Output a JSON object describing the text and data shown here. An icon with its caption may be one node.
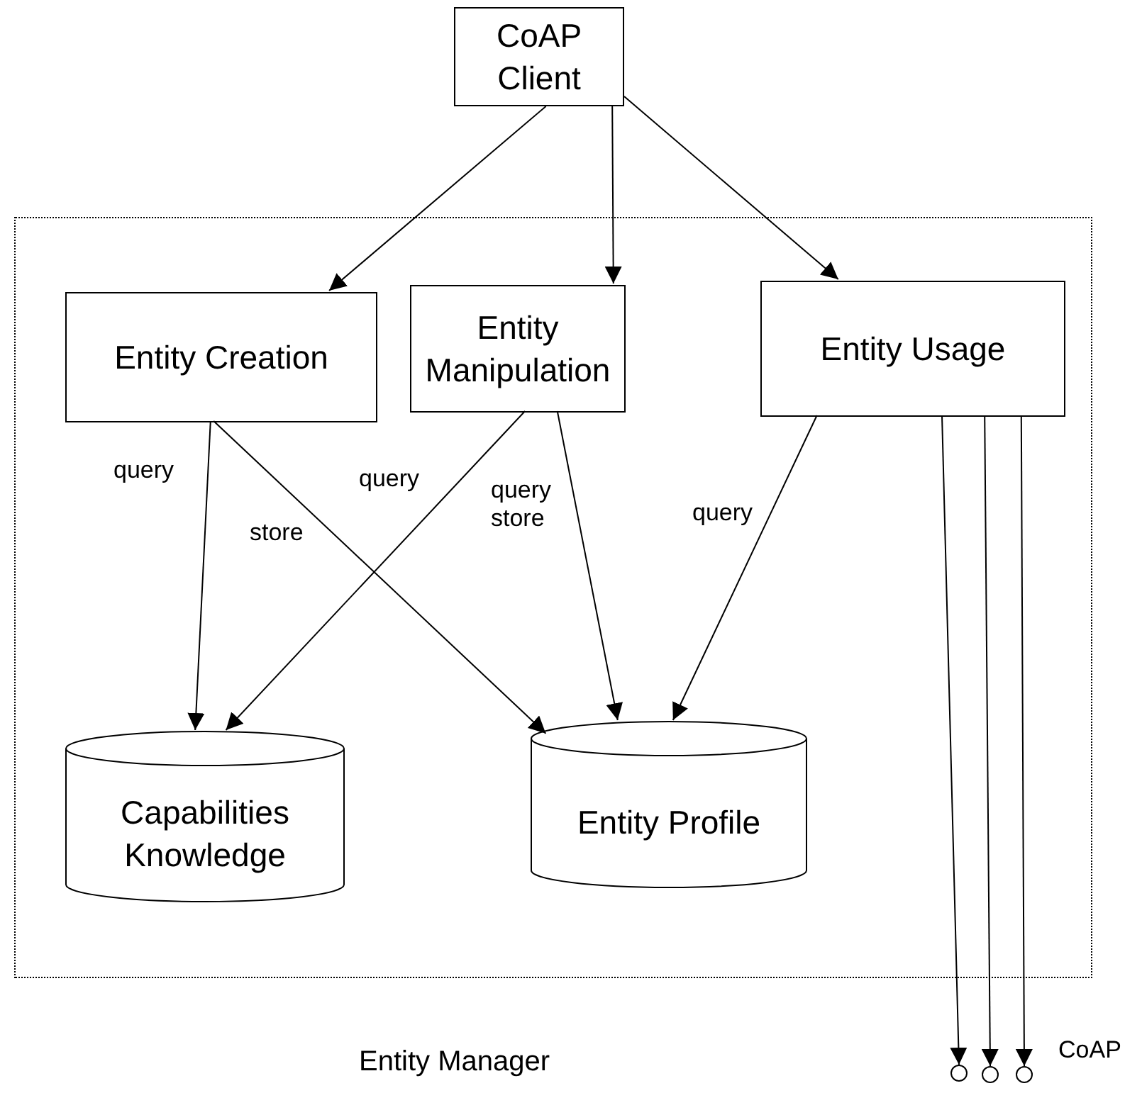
{
  "diagram": {
    "nodes": [
      {
        "text": [
          "CoAP Client"
        ]
      },
      {
        "text": [
          "Entity Manager"
        ]
      },
      {
        "text": [
          "Entity Creation"
        ],
        "in": 1
      },
      {
        "text": [
          "Entity Manipulation"
        ],
        "in": 1
      },
      {
        "text": [
          "Entity Usage"
        ],
        "in": 1
      },
      {
        "text": [
          "Capabilities Knowledge"
        ],
        "in": 1
      },
      {
        "text": [
          "Entity Profile"
        ],
        "in": 1
      },
      {
        "text": [],
        "shape": "circle"
      },
      {
        "text": [],
        "shape": "circle"
      },
      {
        "text": [],
        "shape": "circle"
      }
    ],
    "edges": [
      {
        "from": 0,
        "to": 2,
        "arrow": "to"
      },
      {
        "from": 0,
        "to": 3,
        "arrow": "to"
      },
      {
        "from": 0,
        "to": 4,
        "arrow": "to"
      },
      {
        "from": 2,
        "to": 5,
        "arrow": "to",
        "label": "query"
      },
      {
        "from": 2,
        "to": 6,
        "arrow": "to",
        "label": "store"
      },
      {
        "from": 3,
        "to": 5,
        "arrow": "to",
        "label": "query"
      },
      {
        "from": 3,
        "to": 6,
        "arrow": "to",
        "label": "query store"
      },
      {
        "from": 4,
        "to": 6,
        "arrow": "to",
        "label": "query"
      },
      {
        "from": 4,
        "to": 7,
        "arrow": "to"
      },
      {
        "from": 4,
        "to": 8,
        "arrow": "to"
      },
      {
        "from": 4,
        "to": 9,
        "arrow": "to"
      }
    ],
    "labels": [
      "CoAP"
    ]
  }
}
